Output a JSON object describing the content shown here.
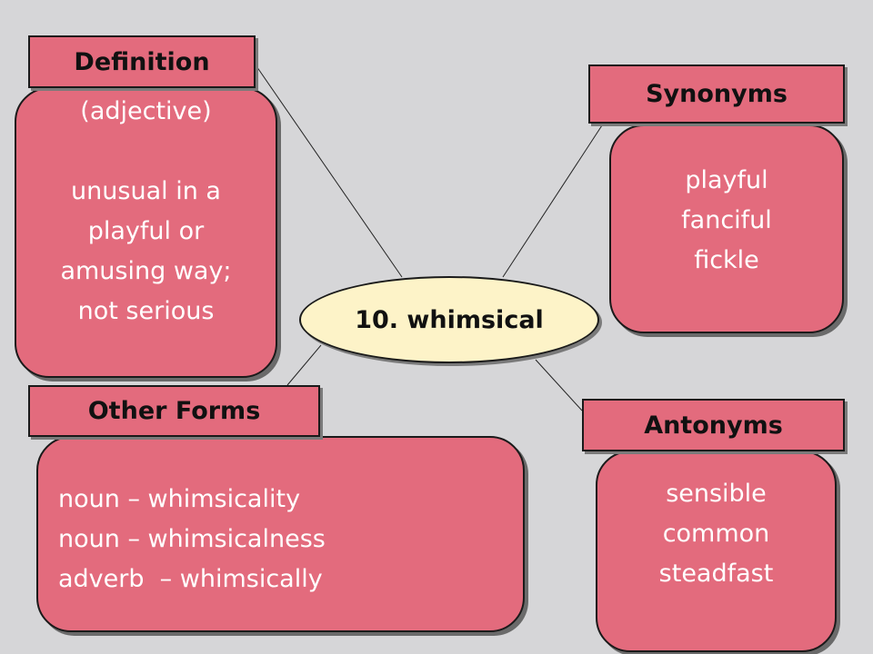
{
  "center": {
    "label": "10. whimsical"
  },
  "definition": {
    "heading": "Definition",
    "lines": [
      "(adjective)",
      "",
      "unusual in a",
      "playful or",
      "amusing way;",
      "not serious"
    ]
  },
  "synonyms": {
    "heading": "Synonyms",
    "lines": [
      "playful",
      "fanciful",
      "fickle"
    ]
  },
  "other_forms": {
    "heading": "Other Forms",
    "lines": [
      "noun – whimsicality",
      "noun – whimsicalness",
      "adverb  – whimsically"
    ]
  },
  "antonyms": {
    "heading": "Antonyms",
    "lines": [
      "sensible",
      "common",
      "steadfast"
    ]
  },
  "colors": {
    "box_fill": "#e36b7d",
    "center_fill": "#fdf3c8",
    "background": "#d6d6d8",
    "box_text": "#ffffff"
  }
}
